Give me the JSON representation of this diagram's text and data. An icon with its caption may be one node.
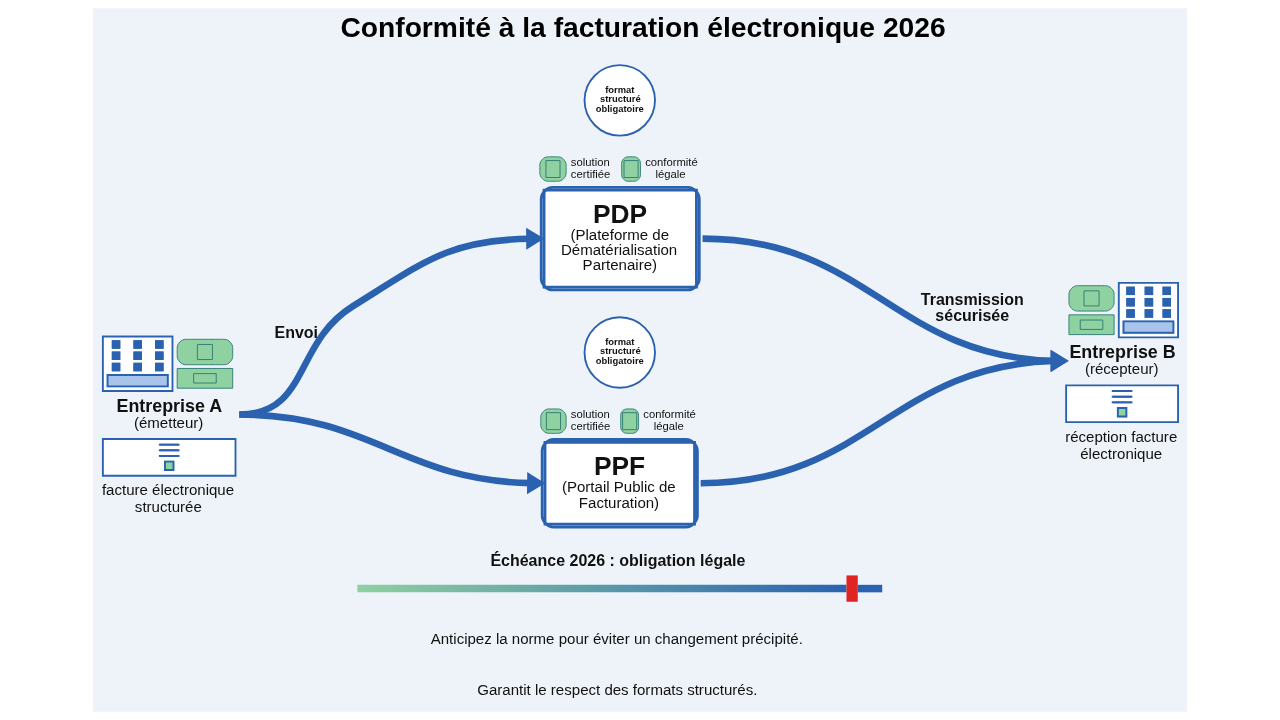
{
  "diagram": {
    "title": "Conformité à la facturation électronique 2026",
    "nodes": [
      {
        "text": [
          "Entreprise A",
          "(émetteur)"
        ],
        "beside": [
          "facture électronique structurée"
        ]
      },
      {
        "text": [
          "PDP",
          "(Plateforme de Dématérialisation Partenaire)"
        ],
        "beside": [
          "solution certifiée",
          "conformité légale"
        ]
      },
      {
        "text": [
          "format structuré obligatoire"
        ]
      },
      {
        "text": [
          "PPF",
          "(Portail Public de Facturation)"
        ],
        "beside": [
          "solution certifiée",
          "conformité légale"
        ]
      },
      {
        "text": [
          "format structuré obligatoire"
        ]
      },
      {
        "text": [
          "Entreprise B",
          "(récepteur)"
        ],
        "beside": [
          "réception facture électronique"
        ]
      }
    ],
    "edges": [
      {
        "from": 0,
        "to": 1,
        "arrow": "to",
        "label": "Envoi"
      },
      {
        "from": 0,
        "to": 3,
        "arrow": "to"
      },
      {
        "from": 1,
        "to": 5,
        "arrow": "to",
        "label": "Transmission sécurisée"
      },
      {
        "from": 3,
        "to": 5,
        "arrow": "to"
      }
    ],
    "labels": [
      "Échéance 2026 : obligation légale",
      "Anticipez la norme pour éviter un changement précipité.",
      "Garantit le respect des formats structurés."
    ]
  }
}
